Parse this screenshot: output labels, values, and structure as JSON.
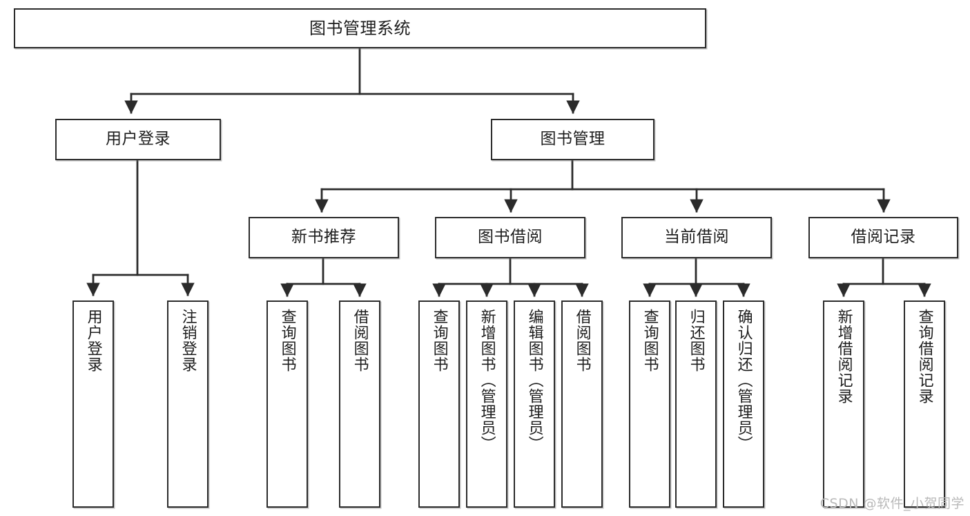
{
  "diagram": {
    "title": "图书管理系统",
    "type": "tree",
    "stroke_color": "#2b2b2b",
    "fill_color": "#ffffff",
    "text_color": "#1d1d1d"
  },
  "root": {
    "label": "图书管理系统"
  },
  "level2": [
    {
      "id": "user-login",
      "label": "用户登录"
    },
    {
      "id": "book-management",
      "label": "图书管理"
    }
  ],
  "level3": [
    {
      "id": "new-book-recommend",
      "label": "新书推荐"
    },
    {
      "id": "book-borrow",
      "label": "图书借阅"
    },
    {
      "id": "current-borrow",
      "label": "当前借阅"
    },
    {
      "id": "borrow-record",
      "label": "借阅记录"
    }
  ],
  "leaves": {
    "user_login": [
      {
        "id": "leaf-user-login",
        "label": "用户登录"
      },
      {
        "id": "leaf-logout-login",
        "label": "注销登录"
      }
    ],
    "new_book_recommend": [
      {
        "id": "leaf-query-book-1",
        "label": "查询图书"
      },
      {
        "id": "leaf-borrow-book-1",
        "label": "借阅图书"
      }
    ],
    "book_borrow": [
      {
        "id": "leaf-query-book-2",
        "label": "查询图书"
      },
      {
        "id": "leaf-add-book",
        "label": "新增图书（管理员）"
      },
      {
        "id": "leaf-edit-book",
        "label": "编辑图书（管理员）"
      },
      {
        "id": "leaf-borrow-book-2",
        "label": "借阅图书"
      }
    ],
    "current_borrow": [
      {
        "id": "leaf-query-book-3",
        "label": "查询图书"
      },
      {
        "id": "leaf-return-book",
        "label": "归还图书"
      },
      {
        "id": "leaf-confirm-return",
        "label": "确认归还（管理员）"
      }
    ],
    "borrow_record": [
      {
        "id": "leaf-add-record",
        "label": "新增借阅记录"
      },
      {
        "id": "leaf-query-record",
        "label": "查询借阅记录"
      }
    ]
  },
  "watermark": {
    "text": "CSDN @软件_小贺同学"
  }
}
